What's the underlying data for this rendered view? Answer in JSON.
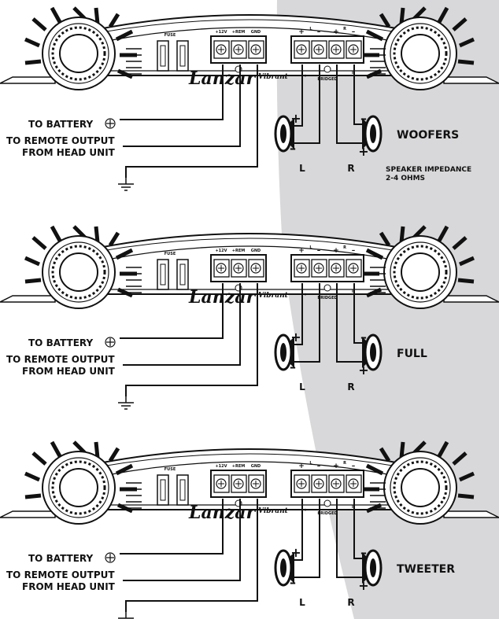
{
  "amp": {
    "brand": "Lanzar",
    "sub_brand": "Vibrant",
    "fuse_label": "FUSE",
    "power_terminals": [
      "+12V",
      "+REM",
      "GND"
    ],
    "speaker_plus": "+",
    "speaker_minus": "–",
    "channel_left": "L",
    "channel_right": "R",
    "bridged_label": "BRIDGED"
  },
  "labels": {
    "battery": "TO BATTERY",
    "remote_line1": "TO REMOTE OUTPUT",
    "remote_line2": "FROM HEAD UNIT",
    "left": "L",
    "right": "R",
    "plus": "+",
    "minus": "–"
  },
  "panels": [
    {
      "mode": "WOOFERS",
      "note_line1": "SPEAKER IMPEDANCE",
      "note_line2": "2-4 OHMS"
    },
    {
      "mode": "FULL"
    },
    {
      "mode": "TWEETER"
    }
  ],
  "colors": {
    "background": "#ffffff",
    "shade": "#d8d8da",
    "ink": "#111111"
  }
}
